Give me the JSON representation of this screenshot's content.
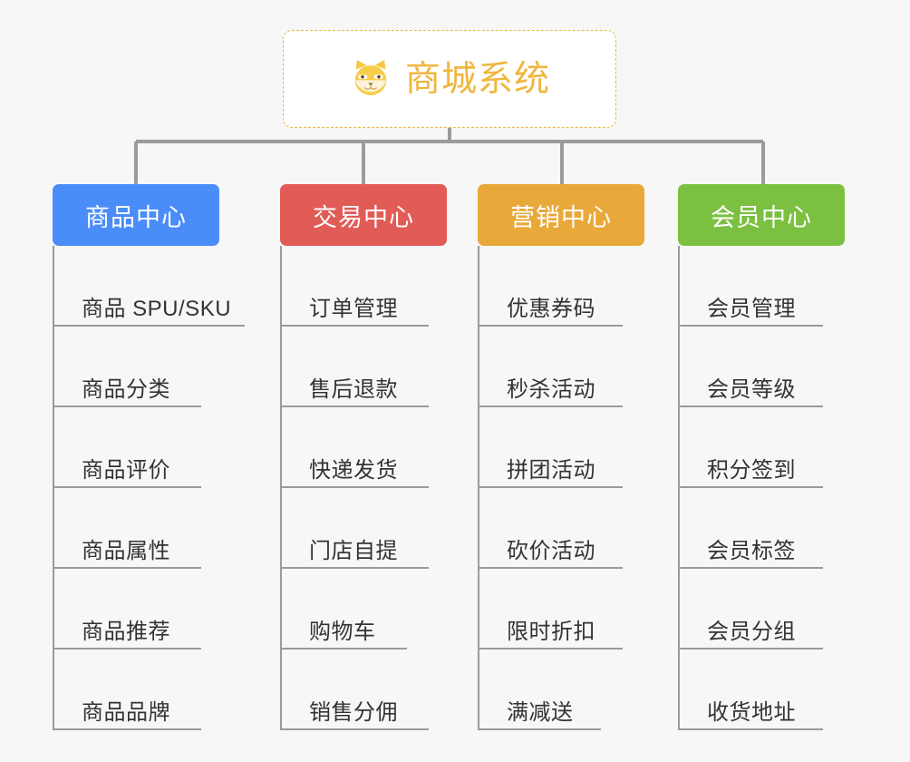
{
  "page": {
    "background_color": "#f7f7f7",
    "title": "商城系统",
    "type": "mindmap"
  },
  "root": {
    "label": "商城系统",
    "icon": "shiba-dog-icon",
    "text_color": "#efb63f",
    "border_color": "#eab840",
    "background_color": "#ffffff"
  },
  "branches": [
    {
      "label": "商品中心",
      "color": "#4b8df8",
      "items": [
        "商品 SPU/SKU",
        "商品分类",
        "商品评价",
        "商品属性",
        "商品推荐",
        "商品品牌"
      ]
    },
    {
      "label": "交易中心",
      "color": "#e15b57",
      "items": [
        "订单管理",
        "售后退款",
        "快递发货",
        "门店自提",
        "购物车",
        "销售分佣"
      ]
    },
    {
      "label": "营销中心",
      "color": "#e9a93a",
      "items": [
        "优惠券码",
        "秒杀活动",
        "拼团活动",
        "砍价活动",
        "限时折扣",
        "满减送"
      ]
    },
    {
      "label": "会员中心",
      "color": "#7cc042",
      "items": [
        "会员管理",
        "会员等级",
        "积分签到",
        "会员标签",
        "会员分组",
        "收货地址"
      ]
    }
  ],
  "connector_color": "#9b9b9b"
}
